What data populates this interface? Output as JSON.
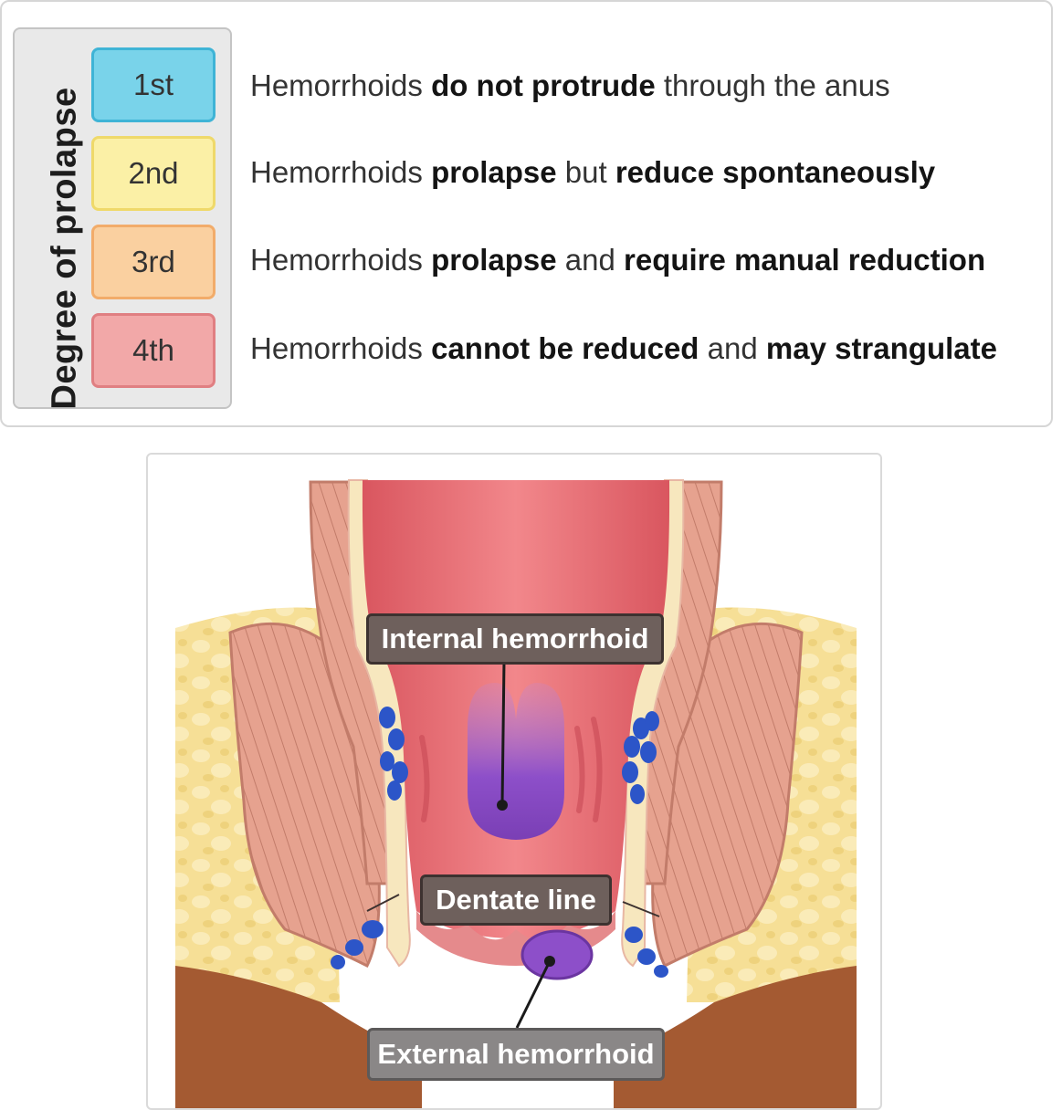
{
  "legend": {
    "title": "Degree of prolapse",
    "grades": [
      {
        "label": "1st",
        "fill": "#79d3ea",
        "border": "#3fb4d6",
        "parts": [
          {
            "t": "Hemorrhoids ",
            "b": false
          },
          {
            "t": "do not protrude",
            "b": true
          },
          {
            "t": " through the anus",
            "b": false
          }
        ]
      },
      {
        "label": "2nd",
        "fill": "#fbf0a6",
        "border": "#efd96a",
        "parts": [
          {
            "t": "Hemorrhoids ",
            "b": false
          },
          {
            "t": "prolapse",
            "b": true
          },
          {
            "t": " but ",
            "b": false
          },
          {
            "t": "reduce spontaneously",
            "b": true
          }
        ]
      },
      {
        "label": "3rd",
        "fill": "#fad0a0",
        "border": "#f2ac6a",
        "parts": [
          {
            "t": "Hemorrhoids ",
            "b": false
          },
          {
            "t": "prolapse",
            "b": true
          },
          {
            "t": " and ",
            "b": false
          },
          {
            "t": "require manual reduction",
            "b": true
          }
        ]
      },
      {
        "label": "4th",
        "fill": "#f2a8a8",
        "border": "#e07f82",
        "parts": [
          {
            "t": "Hemorrhoids ",
            "b": false
          },
          {
            "t": "cannot be reduced",
            "b": true
          },
          {
            "t": " and ",
            "b": false
          },
          {
            "t": "may strangulate",
            "b": true
          }
        ]
      }
    ]
  },
  "diagram": {
    "labels": {
      "internal": "Internal hemorrhoid",
      "dentate": "Dentate line",
      "external": "External hemorrhoid"
    },
    "colors": {
      "fat": "#f6df96",
      "muscle": "#e6a28f",
      "lumen": "#e7727a",
      "skin": "#a45a32",
      "hemorrhoid": "#8d4fc9",
      "vessel": "#2c55c8"
    }
  }
}
